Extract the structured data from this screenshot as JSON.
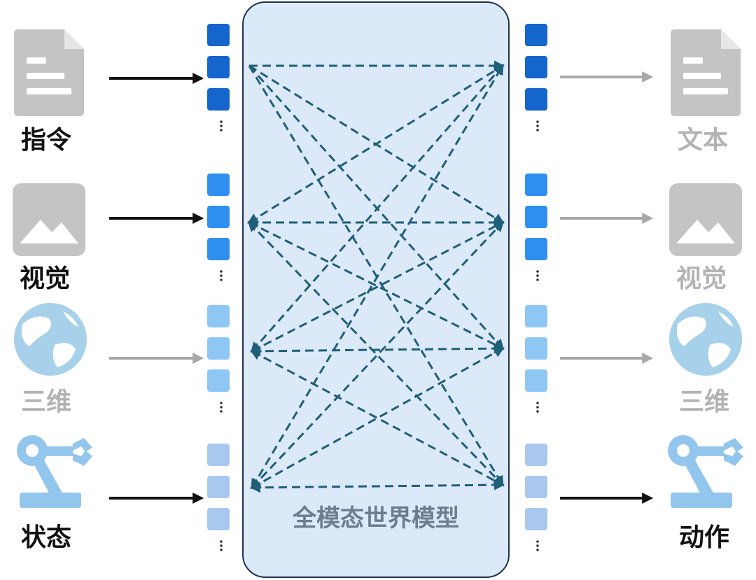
{
  "center_box": {
    "label": "全模态世界模型",
    "fill": "#dce9f9",
    "stroke": "#1f3350",
    "label_color": "#6d7c8e"
  },
  "inputs": [
    {
      "label": "指令",
      "icon": "document-icon",
      "active": true
    },
    {
      "label": "视觉",
      "icon": "image-icon",
      "active": true
    },
    {
      "label": "三维",
      "icon": "globe-icon",
      "active": false
    },
    {
      "label": "状态",
      "icon": "robot-arm-icon",
      "active": true
    }
  ],
  "outputs": [
    {
      "label": "文本",
      "icon": "document-icon",
      "active": false
    },
    {
      "label": "视觉",
      "icon": "image-icon",
      "active": false
    },
    {
      "label": "三维",
      "icon": "globe-icon",
      "active": false
    },
    {
      "label": "动作",
      "icon": "robot-arm-icon",
      "active": true
    }
  ],
  "token_colors": [
    "#1466cc",
    "#2f8ff0",
    "#8ec7f3",
    "#a9c8f0"
  ],
  "colors": {
    "active_text": "#111111",
    "inactive_text": "#b3b3b3",
    "active_arrow": "#111111",
    "inactive_arrow": "#a8a8a8",
    "doc_icon": "#c4c4c4",
    "image_icon": "#c4c4c4",
    "globe_icon": "#a7d0ea",
    "robot_icon": "#93c6ec",
    "dashed_arrow": "#1f5f78"
  }
}
